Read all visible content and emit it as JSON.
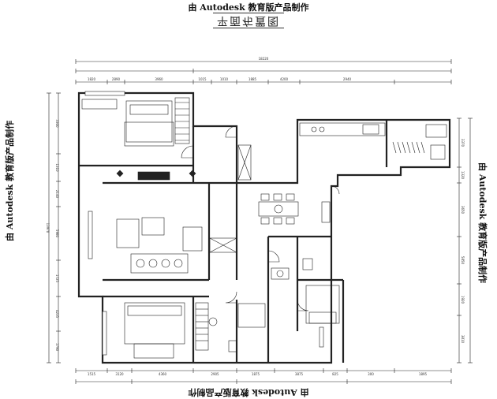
{
  "watermark": {
    "text": "由 Autodesk 教育版产品制作"
  },
  "plan": {
    "title": "平面布置图"
  },
  "dimensions": {
    "top_overall": "18220",
    "top_row": [
      "1820",
      "2890",
      "3960",
      "1015",
      "1010",
      "1885",
      "4200",
      "2940"
    ],
    "right_side": [
      "3370",
      "1320",
      "3650",
      "5850",
      "1920",
      "3810"
    ],
    "left_side": [
      "3300",
      "1310",
      "2140",
      "5980",
      "1725",
      "4235",
      "1790",
      "13970"
    ],
    "bottom_row": [
      "1515",
      "3120",
      "4360",
      "2905",
      "1875",
      "3875",
      "825",
      "300",
      "1895"
    ]
  }
}
